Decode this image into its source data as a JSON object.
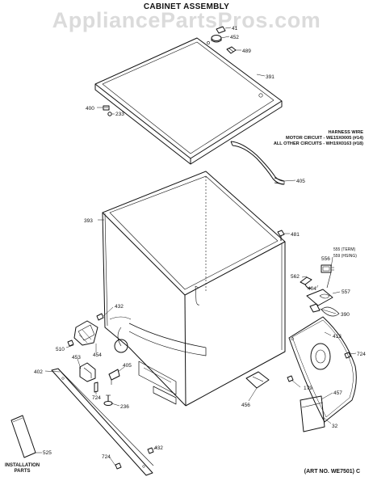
{
  "title": "CABINET ASSEMBLY",
  "watermark": "AppliancePartsPros.com",
  "harness_note": {
    "line1": "HARNESS WIRE",
    "line2": "MOTOR CIRCUIT - WE15X0005 (#14)",
    "line3": "ALL OTHER CIRCUITS - WH19X0163 (#18)"
  },
  "art_number": "(ART NO. WE7501) C",
  "installation_label": {
    "line1": "INSTALLATION",
    "line2": "PARTS"
  },
  "part_labels": {
    "p41": "41",
    "p452": "452",
    "p489": "489",
    "p391": "391",
    "p400": "400",
    "p233": "233",
    "p405": "405",
    "p393": "393",
    "p481": "481",
    "p555": "555 (TERM)",
    "p559": "559 (HSING)",
    "p556": "556",
    "p562": "562",
    "p404": "404",
    "p557": "557",
    "p390": "390",
    "p432a": "432",
    "p510": "510",
    "p454": "454",
    "p453": "453",
    "p413": "413",
    "p724a": "724",
    "p402": "402",
    "p405b": "405",
    "p724b": "724",
    "p236": "236",
    "p179": "179",
    "p457": "457",
    "p456": "456",
    "p32": "32",
    "p525": "525",
    "p432b": "432",
    "p724c": "724"
  }
}
